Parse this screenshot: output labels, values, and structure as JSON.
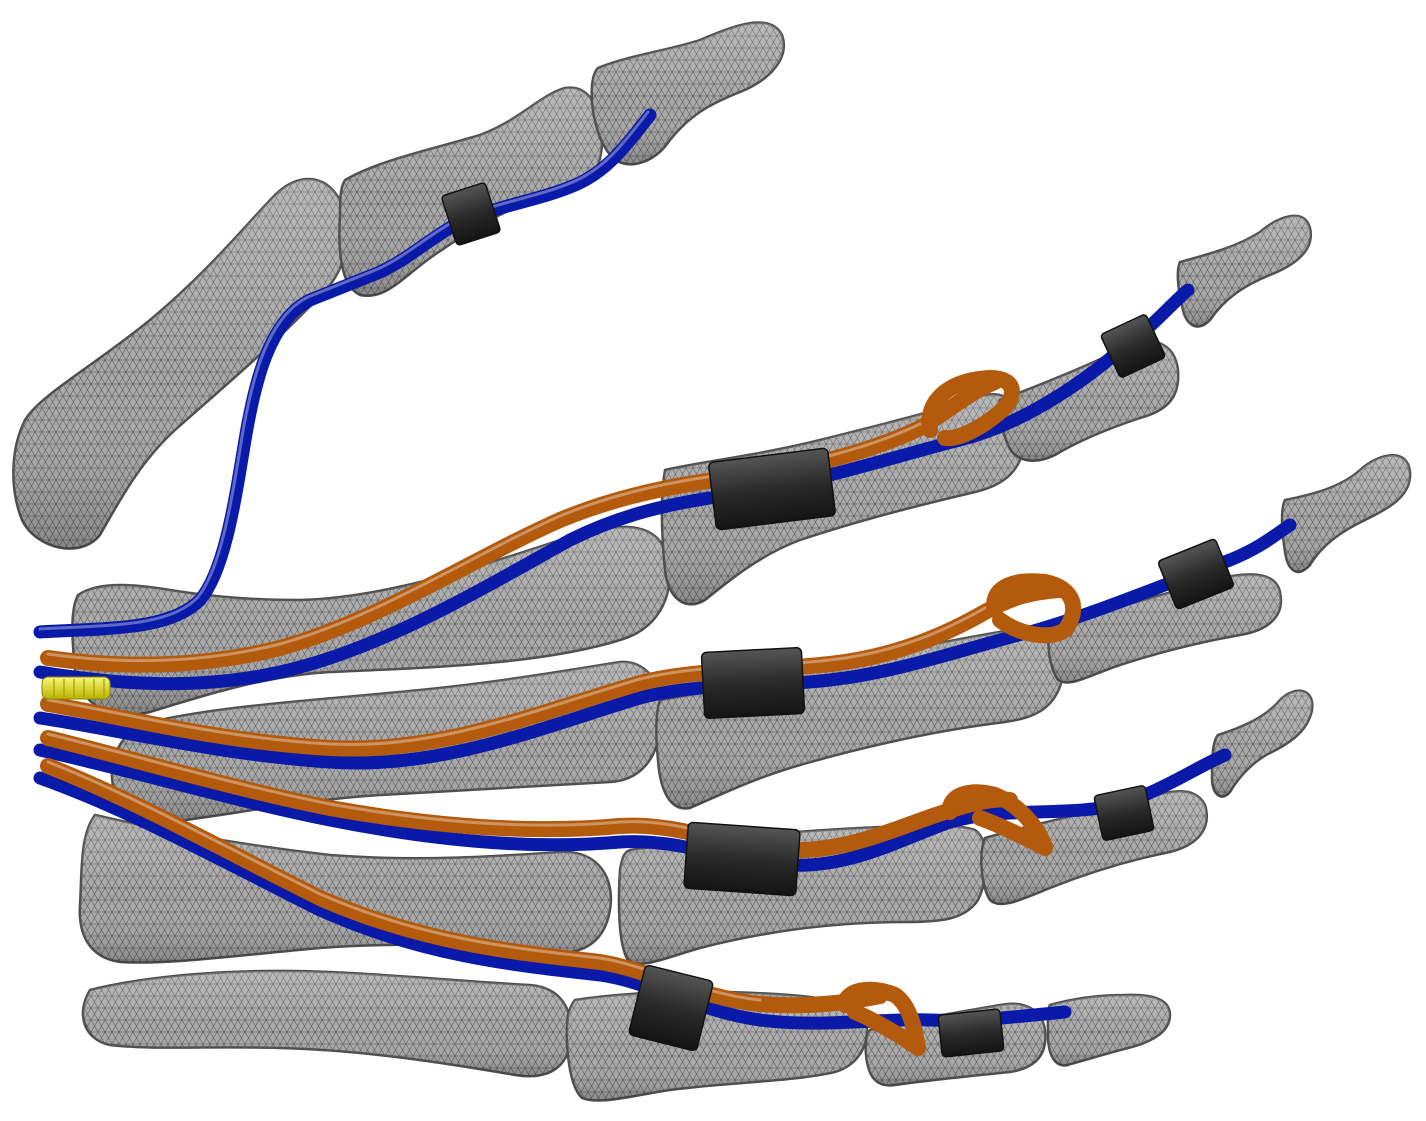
{
  "image": {
    "background_color": "#ffffff"
  },
  "colors": {
    "bone_fill": "#a8a8a8",
    "bone_mesh": "#4a4a4a",
    "bone_outline": "#4e4e4e",
    "flexor_tendon": "#0a1aa8",
    "extensor_tendon": "#b35a0c",
    "pulley": "#2a2a2a",
    "anchor": "#e6e20a"
  },
  "digits": [
    {
      "id": "thumb",
      "bones": 3,
      "tendons": [
        "flexor"
      ],
      "pulleys": 1
    },
    {
      "id": "index",
      "bones": 4,
      "tendons": [
        "flexor",
        "extensor"
      ],
      "pulleys": 2
    },
    {
      "id": "middle",
      "bones": 4,
      "tendons": [
        "flexor",
        "extensor"
      ],
      "pulleys": 2
    },
    {
      "id": "ring",
      "bones": 4,
      "tendons": [
        "flexor",
        "extensor"
      ],
      "pulleys": 2
    },
    {
      "id": "little",
      "bones": 4,
      "tendons": [
        "flexor",
        "extensor"
      ],
      "pulleys": 2
    }
  ]
}
